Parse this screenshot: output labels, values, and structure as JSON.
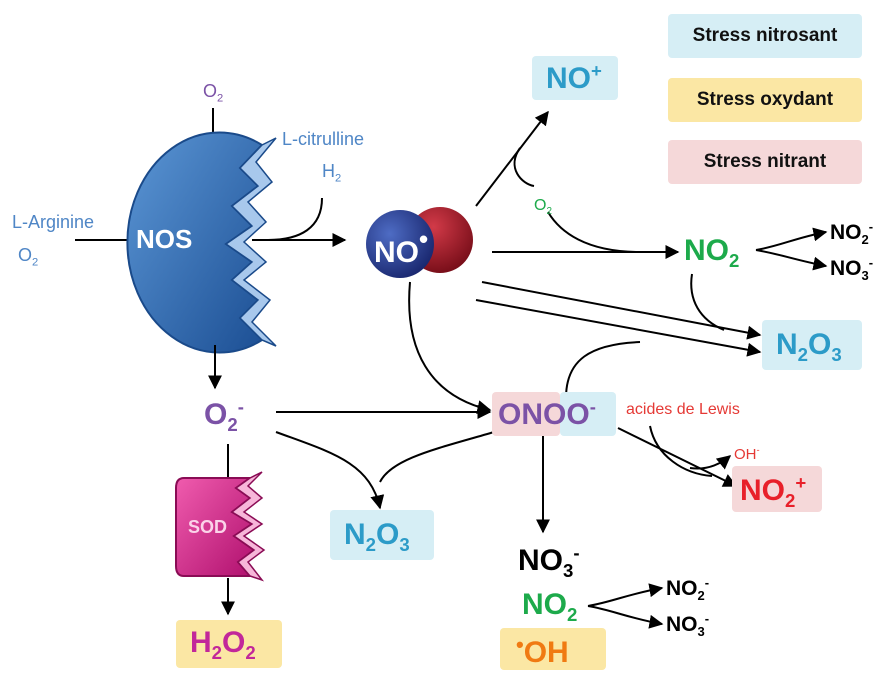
{
  "legend": {
    "nitrosant": "Stress nitrosant",
    "oxydant": "Stress oxydant",
    "nitrant": "Stress nitrant"
  },
  "colors": {
    "nitrosant_bg": "#d6eef5",
    "oxydant_bg": "#fbe7a4",
    "nitrant_bg": "#f5d8d9",
    "nos_blue": "#2f6fb3",
    "sod_magenta": "#d4268a",
    "no_blue": "#1d2f7a",
    "no_red": "#a01c28"
  },
  "enzymes": {
    "nos": "NOS",
    "sod": "SOD"
  },
  "substrates": {
    "arginine": "L-Arginine",
    "o2_left": "O",
    "o2_left_sub": "2",
    "o2_top": "O",
    "o2_top_sub": "2",
    "citrulline": "L-citrulline",
    "h2": "H",
    "h2_sub": "2"
  },
  "no_radical": {
    "text": "NO",
    "dot": "•"
  },
  "no_plus": {
    "text": "NO",
    "sup": "+"
  },
  "o2_green": {
    "text": "O",
    "sub": "2"
  },
  "no2": {
    "text": "NO",
    "sub": "2"
  },
  "no2_products": {
    "a": "NO",
    "a_sub": "2",
    "a_sup": "-",
    "b": "NO",
    "b_sub": "3",
    "b_sup": "-"
  },
  "n2o3_right": {
    "a": "N",
    "sub1": "2",
    "b": "O",
    "sub2": "3"
  },
  "superoxide": {
    "text": "O",
    "sub": "2",
    "sup": "-"
  },
  "peroxynitrite": {
    "p1": "ONO",
    "p2": "O",
    "sup": "-"
  },
  "lewis": "acides de Lewis",
  "oh_minus": {
    "text": "OH",
    "sup": "-"
  },
  "nitronium": {
    "text": "NO",
    "sub": "2",
    "sup": "+"
  },
  "n2o3_bottom": {
    "a": "N",
    "sub1": "2",
    "b": "O",
    "sub2": "3"
  },
  "no3_bottom": {
    "text": "NO",
    "sub": "3",
    "sup": "-"
  },
  "no2_bottom": {
    "text": "NO",
    "sub": "2"
  },
  "no2_bottom_products": {
    "a": "NO",
    "a_sub": "2",
    "a_sup": "-",
    "b": "NO",
    "b_sub": "3",
    "b_sup": "-"
  },
  "hydroxyl": {
    "dot": "•",
    "text": "OH"
  },
  "h2o2": {
    "a": "H",
    "sub1": "2",
    "b": "O",
    "sub2": "2"
  }
}
